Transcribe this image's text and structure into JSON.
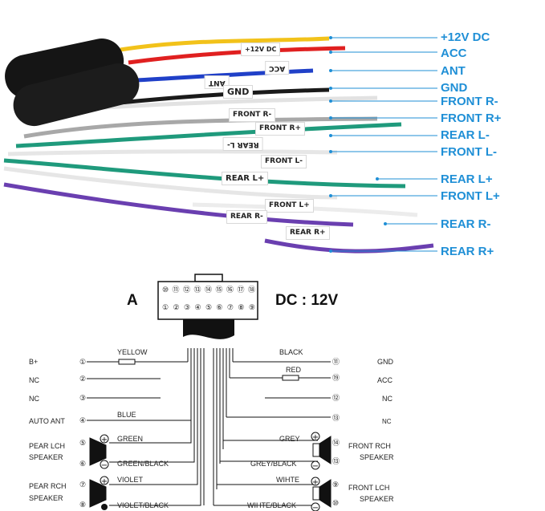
{
  "photo": {
    "callouts": [
      "+12V DC",
      "ACC",
      "ANT",
      "GND",
      "FRONT R-",
      "FRONT R+",
      "REAR L-",
      "FRONT L-",
      "REAR L+",
      "FRONT L+",
      "REAR R-",
      "REAR R+"
    ],
    "wire_tags": {
      "t12v": "+12V DC",
      "acc": "ACC",
      "ant": "ANT",
      "gnd": "GND",
      "front_r_minus": "FRONT R-",
      "front_r_plus": "FRONT R+",
      "rear_l_minus": "REAR L-",
      "front_l_minus": "FRONT L-",
      "rear_l_plus": "REAR L+",
      "front_l_plus": "FRONT L+",
      "rear_r_minus": "REAR R-",
      "rear_r_plus": "REAR R+"
    },
    "wire_colors": {
      "yellow": "#f2c21a",
      "red": "#e02020",
      "blue": "#2040c8",
      "black": "#1a1a1a",
      "grey": "#a8a8a8",
      "green": "#1f9a7c",
      "white": "#f4f4f4",
      "violet": "#6a3fb0",
      "callout_accent": "#1f8fd6"
    }
  },
  "diagram": {
    "connector_label": "A",
    "voltage_label": "DC : 12V",
    "top_pins": [
      "⑩",
      "⑪",
      "⑫",
      "⑬",
      "⑭",
      "⑮",
      "⑯",
      "⑰",
      "⑱"
    ],
    "bottom_pins": [
      "①",
      "②",
      "③",
      "④",
      "⑤",
      "⑥",
      "⑦",
      "⑧",
      "⑨"
    ],
    "left_rows": [
      {
        "pin": "①",
        "name": "B+",
        "wire": "YELLOW"
      },
      {
        "pin": "②",
        "name": "NC",
        "wire": ""
      },
      {
        "pin": "③",
        "name": "NC",
        "wire": ""
      },
      {
        "pin": "④",
        "name": "AUTO ANT",
        "wire": "BLUE"
      },
      {
        "pin": "⑤",
        "name": "PEAR LCH",
        "wire": "GREEN"
      },
      {
        "pin": "⑥",
        "name": "SPEAKER",
        "wire": "GREEN/BLACK"
      },
      {
        "pin": "⑦",
        "name": "PEAR RCH",
        "wire": "VIOLET"
      },
      {
        "pin": "⑧",
        "name": "SPEAKER",
        "wire": "VIOLET/BLACK"
      }
    ],
    "right_rows": [
      {
        "pin": "⑪",
        "name": "GND",
        "wire": "BLACK"
      },
      {
        "pin": "⑲",
        "name": "ACC",
        "wire": "RED"
      },
      {
        "pin": "⑫",
        "name": "NC",
        "wire": ""
      },
      {
        "pin": "⑬",
        "name": "NC",
        "wire": ""
      },
      {
        "pin": "⑭",
        "name": "FRONT RCH",
        "wire": "GREY"
      },
      {
        "pin": "⑬",
        "name": "SPEAKER",
        "wire": "GREY/BLACK"
      },
      {
        "pin": "⑨",
        "name": "FRONT LCH",
        "wire": "WIHTE"
      },
      {
        "pin": "⑩",
        "name": "SPEAKER",
        "wire": "WIHTE/BLACK"
      }
    ]
  }
}
